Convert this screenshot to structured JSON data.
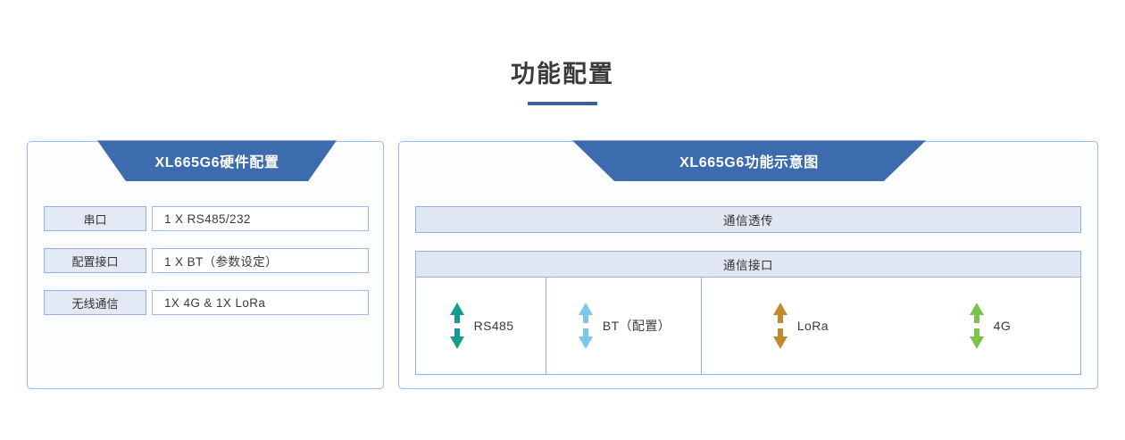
{
  "page": {
    "title": "功能配置",
    "background": "#ffffff",
    "accent_color": "#3a6099"
  },
  "left_panel": {
    "banner_label": "XL665G6硬件配置",
    "banner_color": "#3c6cad",
    "rows": [
      {
        "label": "串口",
        "value": "1 X RS485/232"
      },
      {
        "label": "配置接口",
        "value": "1 X BT（参数设定）"
      },
      {
        "label": "无线通信",
        "value": "1X 4G & 1X LoRa"
      }
    ]
  },
  "right_panel": {
    "banner_label": "XL665G6功能示意图",
    "banner_color": "#3c6cad",
    "transmit_bar_label": "通信透传",
    "interface_header_label": "通信接口",
    "interfaces": [
      {
        "name": "RS485",
        "arrow_color": "#169b8e"
      },
      {
        "name": "BT（配置）",
        "arrow_color": "#7cc6ec"
      },
      {
        "name": "LoRa",
        "arrow_color": "#c08a2e"
      },
      {
        "name": "4G",
        "arrow_color": "#7cc34a"
      }
    ]
  }
}
